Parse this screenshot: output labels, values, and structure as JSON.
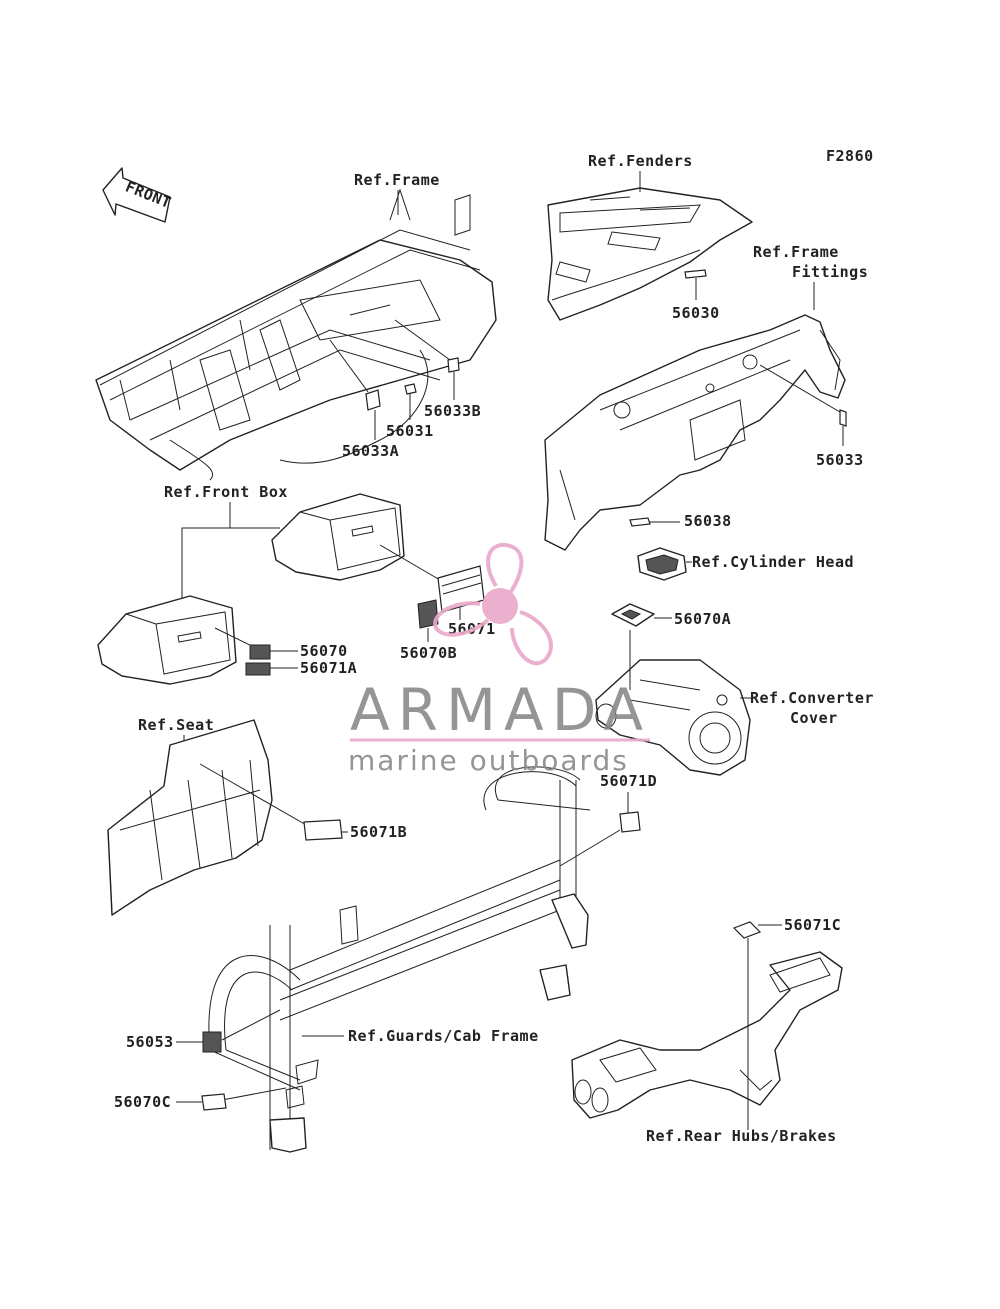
{
  "figure_code": "F2860",
  "front_arrow": {
    "label": "FRONT"
  },
  "labels": {
    "ref_frame": "Ref.Frame",
    "ref_fenders": "Ref.Fenders",
    "ref_frame_fittings_1": "Ref.Frame",
    "ref_frame_fittings_2": "Fittings",
    "ref_front_box": "Ref.Front Box",
    "ref_cylinder_head": "Ref.Cylinder Head",
    "ref_converter_cover_1": "Ref.Converter",
    "ref_converter_cover_2": "Cover",
    "ref_seat": "Ref.Seat",
    "ref_guards_cab_frame": "Ref.Guards/Cab Frame",
    "ref_rear_hubs_brakes": "Ref.Rear Hubs/Brakes"
  },
  "parts": {
    "p56030": "56030",
    "p56031": "56031",
    "p56033A": "56033A",
    "p56033B": "56033B",
    "p56033": "56033",
    "p56038": "56038",
    "p56070": "56070",
    "p56071A": "56071A",
    "p56071": "56071",
    "p56070B": "56070B",
    "p56070A": "56070A",
    "p56071D": "56071D",
    "p56071B": "56071B",
    "p56071C": "56071C",
    "p56053": "56053",
    "p56070C": "56070C"
  },
  "watermark": {
    "brand": "ARMADA",
    "tagline": "marine outboards",
    "brand_color": "#8a8a8a",
    "accent_color": "#e8a8c8"
  }
}
